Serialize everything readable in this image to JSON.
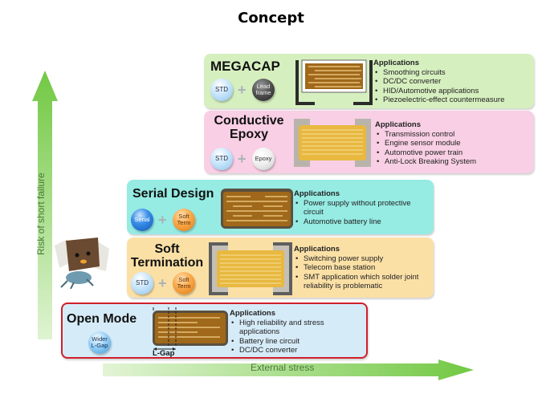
{
  "title": "Concept",
  "axes": {
    "y_label": "Risk of short failure",
    "x_label": "External stress"
  },
  "colors": {
    "arrow_green": "#7ccf4e",
    "megacap_bg": "#d6efbf",
    "epoxy_bg": "#f8cfe4",
    "serial_bg": "#96ebe3",
    "soft_bg": "#fbe0a6",
    "open_bg": "#d6ebf8",
    "open_border": "#d0202a",
    "electrode_brown": "#a0681a"
  },
  "panels": [
    {
      "id": "megacap",
      "title": "MEGACAP",
      "badges": [
        "STD",
        "Lead frame"
      ],
      "apps_header": "Applications",
      "apps": [
        "Smoothing circuits",
        "DC/DC converter",
        "HID/Automotive applications",
        "Piezoelectric-effect countermeasure"
      ]
    },
    {
      "id": "conductive-epoxy",
      "title_lines": [
        "Conductive",
        "Epoxy"
      ],
      "badges": [
        "STD",
        "Epoxy"
      ],
      "apps_header": "Applications",
      "apps": [
        "Transmission control",
        "Engine sensor module",
        "Automotive power train",
        "Anti-Lock Breaking System"
      ]
    },
    {
      "id": "serial-design",
      "title": "Serial Design",
      "badges": [
        "Serial",
        "Soft Term"
      ],
      "apps_header": "Applications",
      "apps": [
        "Power supply without protective circuit",
        "Automotive battery line"
      ]
    },
    {
      "id": "soft-termination",
      "title_lines": [
        "Soft",
        "Termination"
      ],
      "badges": [
        "STD",
        "Soft Term"
      ],
      "apps_header": "Applications",
      "apps": [
        "Switching power supply",
        "Telecom base station",
        "SMT application which solder joint reliability is problematic"
      ]
    },
    {
      "id": "open-mode",
      "title": "Open Mode",
      "badges": [
        "Wider L-Gap"
      ],
      "gap_label": "L-Gap",
      "apps_header": "Applications",
      "apps": [
        "High reliability and stress applications",
        "Battery line circuit",
        "DC/DC converter"
      ]
    }
  ]
}
